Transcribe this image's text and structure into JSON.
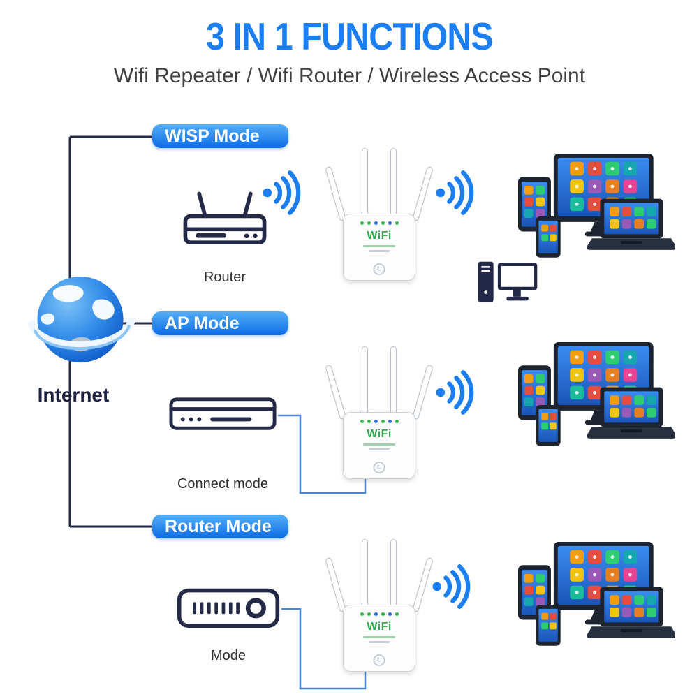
{
  "header": {
    "title": "3 IN 1 FUNCTIONS",
    "subtitle": "Wifi Repeater / Wifi Router / Wireless Access Point"
  },
  "internet": {
    "label": "Internet"
  },
  "modes": [
    {
      "banner": "WISP Mode",
      "source_label": "Router"
    },
    {
      "banner": "AP Mode",
      "source_label": "Connect mode"
    },
    {
      "banner": "Router Mode",
      "source_label": "Mode"
    }
  ],
  "repeater": {
    "brand": "WiFi"
  },
  "colors": {
    "title_blue": "#1b7ff2",
    "banner_top": "#54aef7",
    "banner_bottom": "#0c6ce6",
    "wave_blue": "#1b7ff2",
    "line_dark": "#232946",
    "wired_line_blue": "#4a86d8",
    "device_dark": "#1d2430",
    "brand_green": "#2fa84f"
  }
}
